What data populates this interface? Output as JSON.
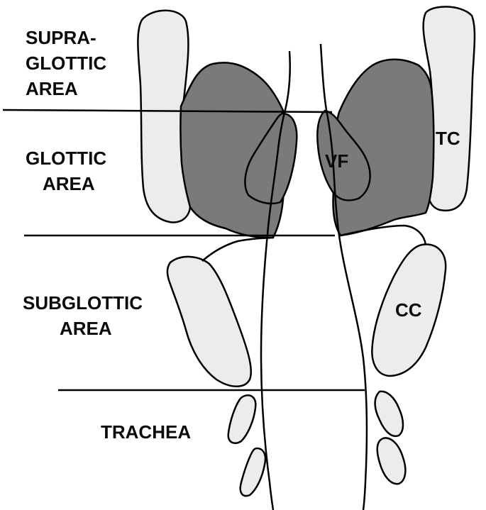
{
  "regions": {
    "supraglottic": {
      "line1": "SUPRA-",
      "line2": "GLOTTIC",
      "line3": "AREA"
    },
    "glottic": {
      "line1": "GLOTTIC",
      "line2": "AREA"
    },
    "subglottic": {
      "line1": "SUBGLOTTIC",
      "line2": "AREA"
    },
    "trachea": {
      "line1": "TRACHEA"
    }
  },
  "structures": {
    "thyroid_cartilage": "TC",
    "vocal_fold": "VF",
    "cricoid_cartilage": "CC"
  },
  "colors": {
    "muscle_fill": "#7a7a7a",
    "cartilage_fill": "#ececec",
    "stroke": "#000000",
    "background": "#ffffff"
  }
}
